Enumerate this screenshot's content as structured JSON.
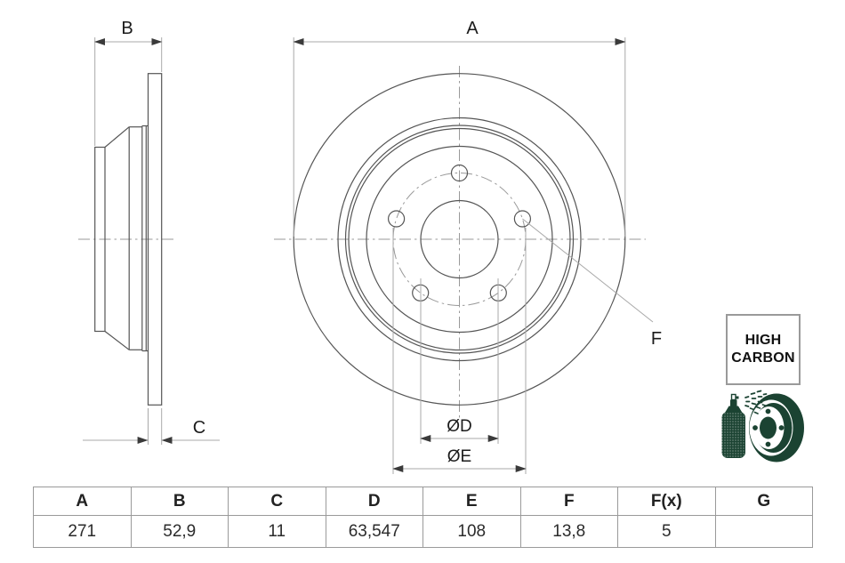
{
  "labels": {
    "dim_a": "A",
    "dim_b": "B",
    "dim_c": "C",
    "dim_d": "ØD",
    "dim_e": "ØE",
    "dim_f": "F"
  },
  "badge": {
    "line1": "HIGH",
    "line2": "CARBON"
  },
  "icon": {
    "name": "spray-coated-brake-disc",
    "color": "#1b4332"
  },
  "table": {
    "headers": [
      "A",
      "B",
      "C",
      "D",
      "E",
      "F",
      "F(x)",
      "G"
    ],
    "values": [
      "271",
      "52,9",
      "11",
      "63,547",
      "108",
      "13,8",
      "5",
      ""
    ]
  },
  "colors": {
    "object_line": "#555555",
    "dimension_line": "#a8a8a8",
    "arrowhead": "#3a3a3a",
    "centerline": "#999999",
    "text": "#1b1b1b",
    "table_border": "#9a9a9a",
    "icon_green": "#1b4332"
  }
}
